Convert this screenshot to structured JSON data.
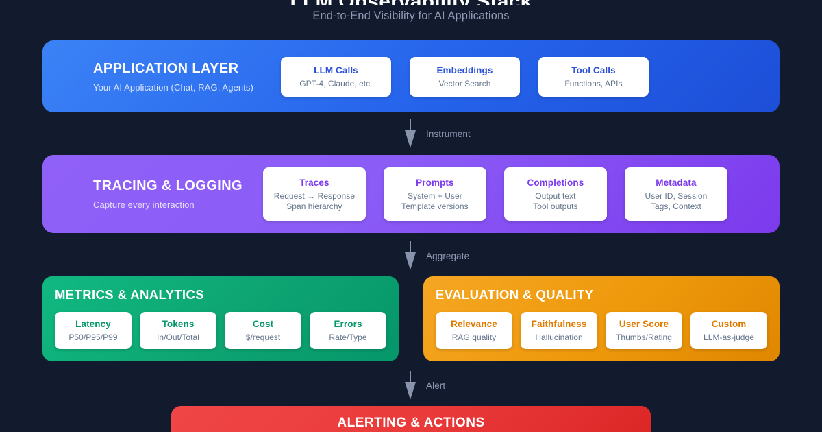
{
  "header": {
    "title": "LLM Observability Stack",
    "subtitle": "End-to-End Visibility for AI Applications"
  },
  "colors": {
    "background": "#121a2e",
    "application": "#2563eb",
    "tracing": "#8b5cf6",
    "metrics": "#10b981",
    "evaluation": "#f5a623",
    "alerting": "#ea3a3a",
    "connector": "#8794ab",
    "muted_text": "#8e9bb3"
  },
  "layers": {
    "application": {
      "title": "APPLICATION LAYER",
      "subtitle": "Your AI Application (Chat, RAG, Agents)",
      "cards": [
        {
          "title": "LLM Calls",
          "lines": [
            "GPT-4, Claude, etc."
          ]
        },
        {
          "title": "Embeddings",
          "lines": [
            "Vector Search"
          ]
        },
        {
          "title": "Tool Calls",
          "lines": [
            "Functions, APIs"
          ]
        }
      ]
    },
    "tracing": {
      "title": "TRACING & LOGGING",
      "subtitle": "Capture every interaction",
      "cards": [
        {
          "title": "Traces",
          "lines": [
            "Request → Response",
            "Span hierarchy"
          ]
        },
        {
          "title": "Prompts",
          "lines": [
            "System + User",
            "Template versions"
          ]
        },
        {
          "title": "Completions",
          "lines": [
            "Output text",
            "Tool outputs"
          ]
        },
        {
          "title": "Metadata",
          "lines": [
            "User ID, Session",
            "Tags, Context"
          ]
        }
      ]
    },
    "metrics": {
      "title": "METRICS & ANALYTICS",
      "cards": [
        {
          "title": "Latency",
          "lines": [
            "P50/P95/P99"
          ]
        },
        {
          "title": "Tokens",
          "lines": [
            "In/Out/Total"
          ]
        },
        {
          "title": "Cost",
          "lines": [
            "$/request"
          ]
        },
        {
          "title": "Errors",
          "lines": [
            "Rate/Type"
          ]
        }
      ]
    },
    "evaluation": {
      "title": "EVALUATION & QUALITY",
      "cards": [
        {
          "title": "Relevance",
          "lines": [
            "RAG quality"
          ]
        },
        {
          "title": "Faithfulness",
          "lines": [
            "Hallucination"
          ]
        },
        {
          "title": "User Score",
          "lines": [
            "Thumbs/Rating"
          ]
        },
        {
          "title": "Custom",
          "lines": [
            "LLM-as-judge"
          ]
        }
      ]
    },
    "alerting": {
      "title": "ALERTING & ACTIONS"
    }
  },
  "connectors": [
    {
      "label": "Instrument",
      "icon": "arrow-down-icon"
    },
    {
      "label": "Aggregate",
      "icon": "arrow-down-icon"
    },
    {
      "label": "Alert",
      "icon": "arrow-down-icon"
    }
  ]
}
